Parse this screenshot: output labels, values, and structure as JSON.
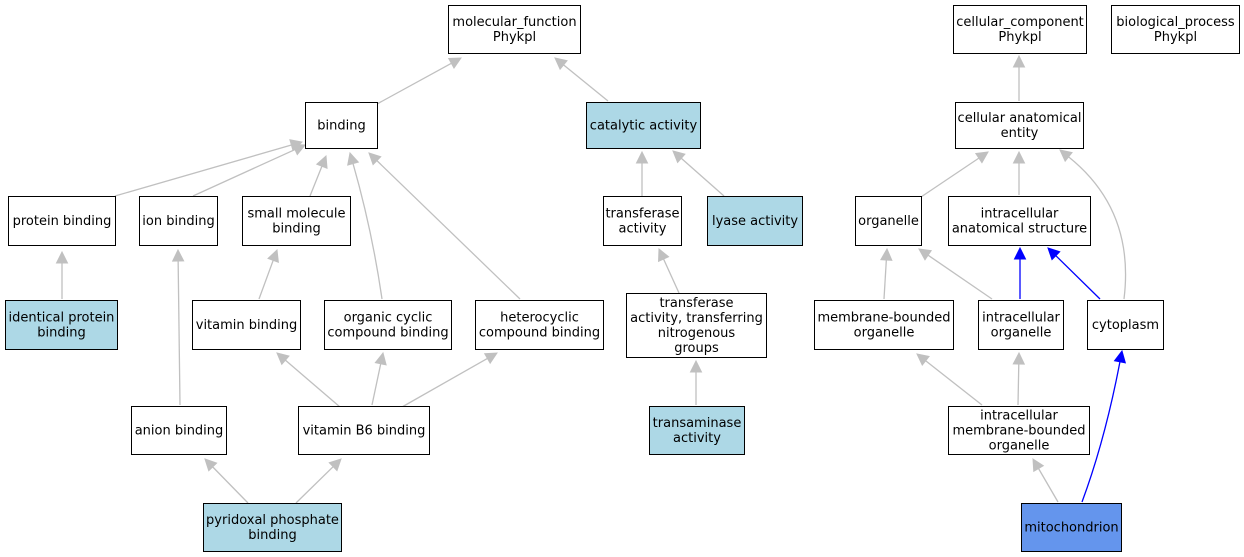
{
  "colors": {
    "node_fill_default": "#ffffff",
    "node_fill_annotated": "#add8e6",
    "node_fill_query": "#6495ed",
    "edge_default": "#c0c0c0",
    "edge_highlight": "#0000ff"
  },
  "nodes": [
    {
      "id": "molecular_function",
      "lines": [
        "molecular_function",
        "Phykpl"
      ],
      "style": "default"
    },
    {
      "id": "cellular_component",
      "lines": [
        "cellular_component",
        "Phykpl"
      ],
      "style": "default"
    },
    {
      "id": "biological_process",
      "lines": [
        "biological_process",
        "Phykpl"
      ],
      "style": "default"
    },
    {
      "id": "binding",
      "lines": [
        "binding"
      ],
      "style": "default"
    },
    {
      "id": "catalytic_activity",
      "lines": [
        "catalytic activity"
      ],
      "style": "annotated"
    },
    {
      "id": "cellular_anatomical_entity",
      "lines": [
        "cellular anatomical",
        "entity"
      ],
      "style": "default"
    },
    {
      "id": "protein_binding",
      "lines": [
        "protein binding"
      ],
      "style": "default"
    },
    {
      "id": "ion_binding",
      "lines": [
        "ion binding"
      ],
      "style": "default"
    },
    {
      "id": "small_molecule_binding",
      "lines": [
        "small molecule",
        "binding"
      ],
      "style": "default"
    },
    {
      "id": "transferase_activity",
      "lines": [
        "transferase",
        "activity"
      ],
      "style": "default"
    },
    {
      "id": "lyase_activity",
      "lines": [
        "lyase activity"
      ],
      "style": "annotated"
    },
    {
      "id": "organelle",
      "lines": [
        "organelle"
      ],
      "style": "default"
    },
    {
      "id": "intracellular_anatomical_structure",
      "lines": [
        "intracellular",
        "anatomical structure"
      ],
      "style": "default"
    },
    {
      "id": "identical_protein_binding",
      "lines": [
        "identical protein",
        "binding"
      ],
      "style": "annotated"
    },
    {
      "id": "vitamin_binding",
      "lines": [
        "vitamin binding"
      ],
      "style": "default"
    },
    {
      "id": "organic_cyclic_compound_binding",
      "lines": [
        "organic cyclic",
        "compound binding"
      ],
      "style": "default"
    },
    {
      "id": "heterocyclic_compound_binding",
      "lines": [
        "heterocyclic",
        "compound binding"
      ],
      "style": "default"
    },
    {
      "id": "transferase_nitrogenous",
      "lines": [
        "transferase",
        "activity, transferring",
        "nitrogenous",
        "groups"
      ],
      "style": "default"
    },
    {
      "id": "membrane_bounded_organelle",
      "lines": [
        "membrane-bounded",
        "organelle"
      ],
      "style": "default"
    },
    {
      "id": "intracellular_organelle",
      "lines": [
        "intracellular",
        "organelle"
      ],
      "style": "default"
    },
    {
      "id": "cytoplasm",
      "lines": [
        "cytoplasm"
      ],
      "style": "default"
    },
    {
      "id": "anion_binding",
      "lines": [
        "anion binding"
      ],
      "style": "default"
    },
    {
      "id": "vitamin_b6_binding",
      "lines": [
        "vitamin B6 binding"
      ],
      "style": "default"
    },
    {
      "id": "transaminase_activity",
      "lines": [
        "transaminase",
        "activity"
      ],
      "style": "annotated"
    },
    {
      "id": "intracellular_membrane_bounded_organelle",
      "lines": [
        "intracellular",
        "membrane-bounded",
        "organelle"
      ],
      "style": "default"
    },
    {
      "id": "pyridoxal_phosphate_binding",
      "lines": [
        "pyridoxal phosphate",
        "binding"
      ],
      "style": "annotated"
    },
    {
      "id": "mitochondrion",
      "lines": [
        "mitochondrion"
      ],
      "style": "query"
    }
  ],
  "edges": [
    {
      "from": "binding",
      "to": "molecular_function",
      "style": "default"
    },
    {
      "from": "catalytic_activity",
      "to": "molecular_function",
      "style": "default"
    },
    {
      "from": "protein_binding",
      "to": "binding",
      "style": "default"
    },
    {
      "from": "ion_binding",
      "to": "binding",
      "style": "default"
    },
    {
      "from": "small_molecule_binding",
      "to": "binding",
      "style": "default"
    },
    {
      "from": "organic_cyclic_compound_binding",
      "to": "binding",
      "style": "default"
    },
    {
      "from": "heterocyclic_compound_binding",
      "to": "binding",
      "style": "default"
    },
    {
      "from": "identical_protein_binding",
      "to": "protein_binding",
      "style": "default"
    },
    {
      "from": "vitamin_binding",
      "to": "small_molecule_binding",
      "style": "default"
    },
    {
      "from": "anion_binding",
      "to": "ion_binding",
      "style": "default"
    },
    {
      "from": "vitamin_b6_binding",
      "to": "vitamin_binding",
      "style": "default"
    },
    {
      "from": "vitamin_b6_binding",
      "to": "organic_cyclic_compound_binding",
      "style": "default"
    },
    {
      "from": "vitamin_b6_binding",
      "to": "heterocyclic_compound_binding",
      "style": "default"
    },
    {
      "from": "pyridoxal_phosphate_binding",
      "to": "anion_binding",
      "style": "default"
    },
    {
      "from": "pyridoxal_phosphate_binding",
      "to": "vitamin_b6_binding",
      "style": "default"
    },
    {
      "from": "transferase_activity",
      "to": "catalytic_activity",
      "style": "default"
    },
    {
      "from": "lyase_activity",
      "to": "catalytic_activity",
      "style": "default"
    },
    {
      "from": "transferase_nitrogenous",
      "to": "transferase_activity",
      "style": "default"
    },
    {
      "from": "transaminase_activity",
      "to": "transferase_nitrogenous",
      "style": "default"
    },
    {
      "from": "cellular_anatomical_entity",
      "to": "cellular_component",
      "style": "default"
    },
    {
      "from": "organelle",
      "to": "cellular_anatomical_entity",
      "style": "default"
    },
    {
      "from": "intracellular_anatomical_structure",
      "to": "cellular_anatomical_entity",
      "style": "default"
    },
    {
      "from": "cytoplasm",
      "to": "cellular_anatomical_entity",
      "style": "default"
    },
    {
      "from": "membrane_bounded_organelle",
      "to": "organelle",
      "style": "default"
    },
    {
      "from": "intracellular_organelle",
      "to": "organelle",
      "style": "default"
    },
    {
      "from": "intracellular_organelle",
      "to": "intracellular_anatomical_structure",
      "style": "highlight"
    },
    {
      "from": "cytoplasm",
      "to": "intracellular_anatomical_structure",
      "style": "highlight"
    },
    {
      "from": "intracellular_membrane_bounded_organelle",
      "to": "membrane_bounded_organelle",
      "style": "default"
    },
    {
      "from": "intracellular_membrane_bounded_organelle",
      "to": "intracellular_organelle",
      "style": "default"
    },
    {
      "from": "mitochondrion",
      "to": "intracellular_membrane_bounded_organelle",
      "style": "default"
    },
    {
      "from": "mitochondrion",
      "to": "cytoplasm",
      "style": "highlight"
    }
  ]
}
